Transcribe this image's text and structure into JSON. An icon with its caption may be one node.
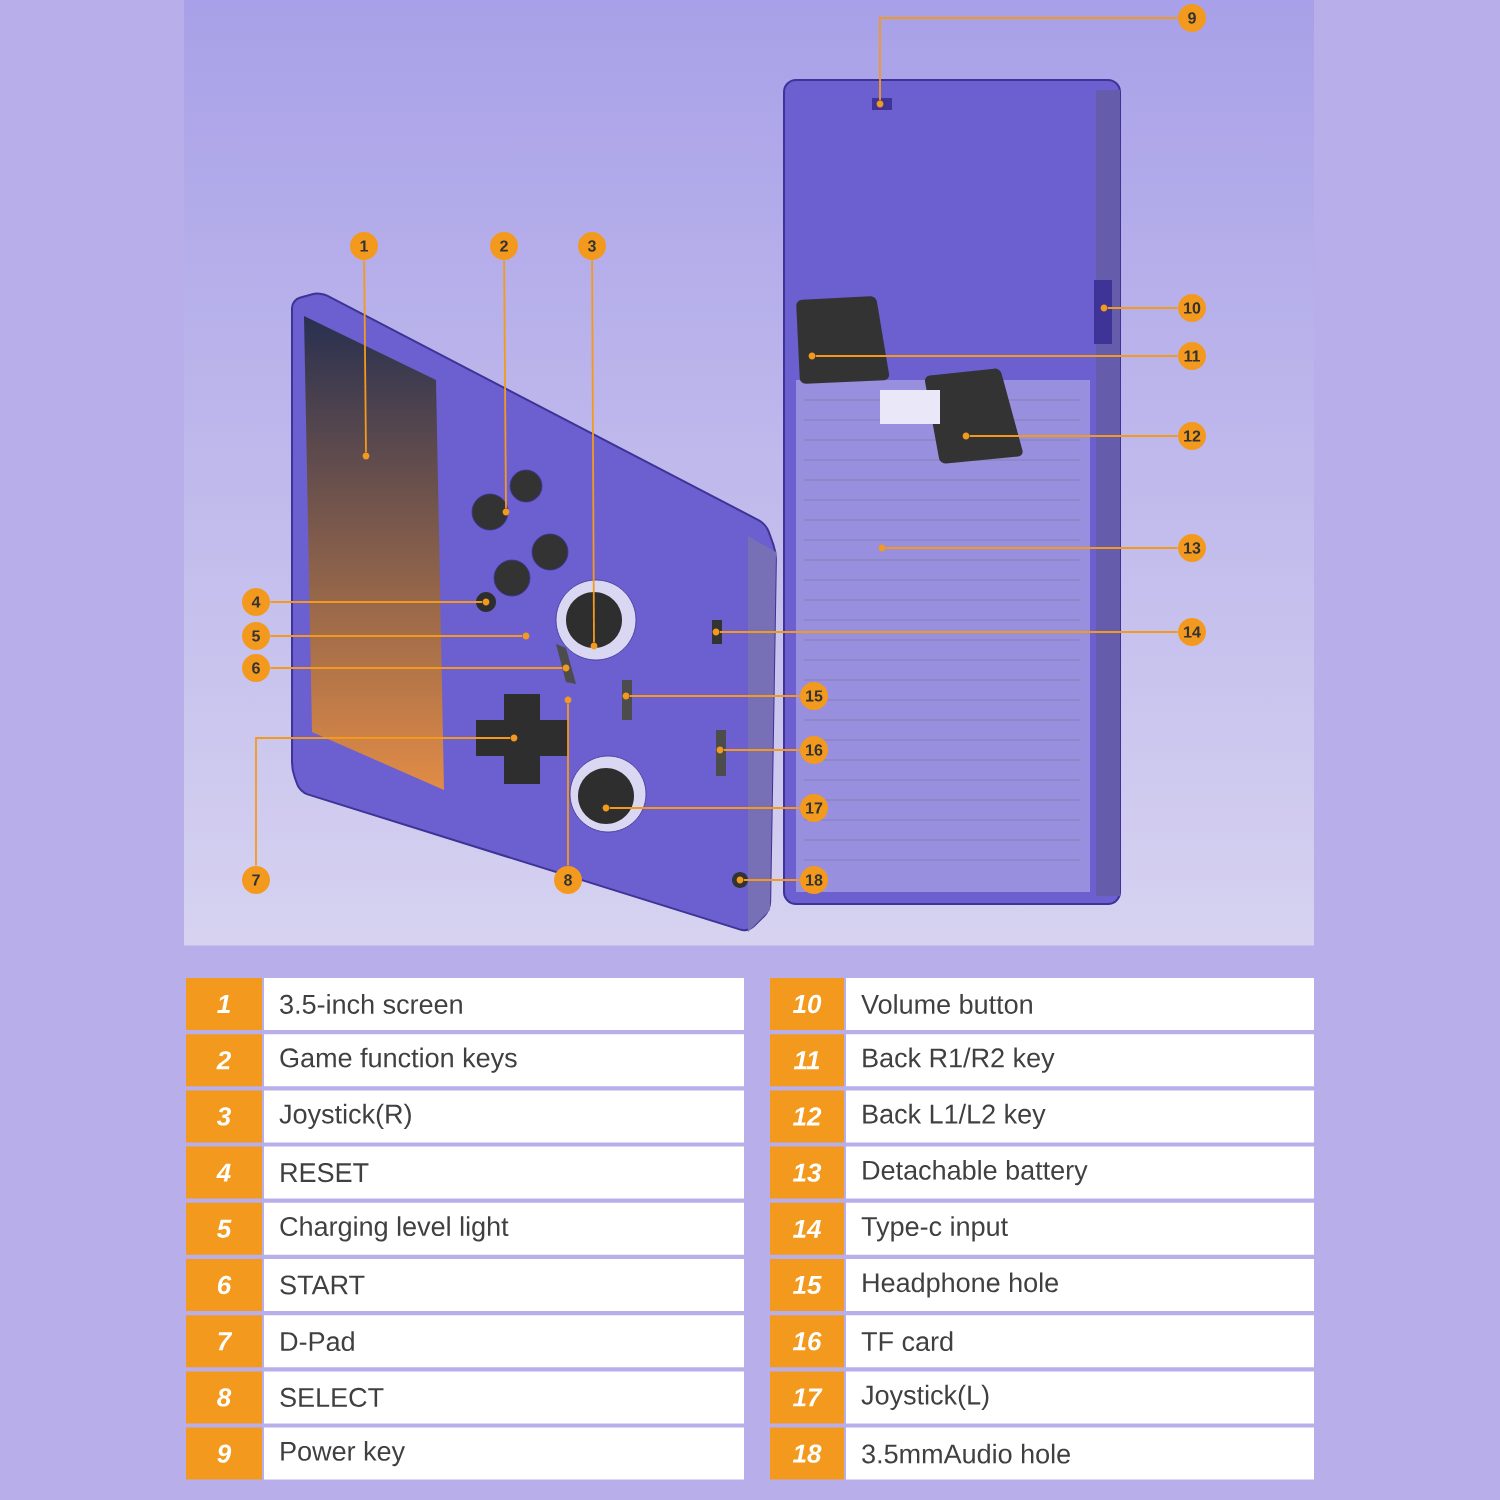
{
  "diagram": {
    "nodes": [
      {
        "text": [
          "1"
        ]
      },
      {
        "text": [
          "2"
        ]
      },
      {
        "text": [
          "3"
        ]
      },
      {
        "text": [
          "4"
        ]
      },
      {
        "text": [
          "5"
        ]
      },
      {
        "text": [
          "6"
        ]
      },
      {
        "text": [
          "7"
        ]
      },
      {
        "text": [
          "8"
        ]
      },
      {
        "text": [
          "9"
        ]
      },
      {
        "text": [
          "10"
        ]
      },
      {
        "text": [
          "11"
        ]
      },
      {
        "text": [
          "12"
        ]
      },
      {
        "text": [
          "13"
        ]
      },
      {
        "text": [
          "14"
        ]
      },
      {
        "text": [
          "15"
        ]
      },
      {
        "text": [
          "16"
        ]
      },
      {
        "text": [
          "17"
        ]
      },
      {
        "text": [
          "18"
        ]
      },
      {
        "text": [],
        "shape": "circle"
      },
      {
        "text": [],
        "shape": "circle"
      },
      {
        "text": [],
        "shape": "circle"
      },
      {
        "text": [],
        "shape": "circle"
      },
      {
        "text": [],
        "shape": "circle"
      },
      {
        "text": [],
        "shape": "circle"
      },
      {
        "text": [],
        "shape": "circle"
      },
      {
        "text": [],
        "shape": "circle"
      },
      {
        "text": [],
        "shape": "circle"
      },
      {
        "text": [],
        "shape": "circle"
      },
      {
        "text": [],
        "shape": "circle"
      },
      {
        "text": [],
        "shape": "circle"
      },
      {
        "text": [],
        "shape": "circle"
      },
      {
        "text": [],
        "shape": "circle"
      },
      {
        "text": [],
        "shape": "circle"
      },
      {
        "text": [],
        "shape": "circle"
      },
      {
        "text": [],
        "shape": "circle"
      },
      {
        "text": [],
        "shape": "circle"
      }
    ],
    "edges": [
      {
        "from": 0,
        "to": 18,
        "arrow": "none"
      },
      {
        "from": 1,
        "to": 19,
        "arrow": "none"
      },
      {
        "from": 2,
        "to": 20,
        "arrow": "none"
      },
      {
        "from": 3,
        "to": 21,
        "arrow": "none"
      },
      {
        "from": 4,
        "to": 22,
        "arrow": "none"
      },
      {
        "from": 5,
        "to": 23,
        "arrow": "none"
      },
      {
        "from": 6,
        "to": 24,
        "arrow": "none"
      },
      {
        "from": 7,
        "to": 25,
        "arrow": "none"
      },
      {
        "from": 8,
        "to": 26,
        "arrow": "none"
      },
      {
        "from": 9,
        "to": 27,
        "arrow": "none"
      },
      {
        "from": 10,
        "to": 28,
        "arrow": "none"
      },
      {
        "from": 11,
        "to": 29,
        "arrow": "none"
      },
      {
        "from": 12,
        "to": 30,
        "arrow": "none"
      },
      {
        "from": 13,
        "to": 31,
        "arrow": "none"
      },
      {
        "from": 14,
        "to": 32,
        "arrow": "none"
      },
      {
        "from": 15,
        "to": 33,
        "arrow": "none"
      },
      {
        "from": 16,
        "to": 34,
        "arrow": "none"
      },
      {
        "from": 17,
        "to": 35,
        "arrow": "none"
      }
    ],
    "labels": [
      "1",
      "3.5-inch screen",
      "10",
      "Volume button",
      "2",
      "Game function keys",
      "11",
      "Back R1/R2 key",
      "3",
      "Joystick(R)",
      "12",
      "Back L1/L2 key",
      "4",
      "RESET",
      "13",
      "Detachable battery",
      "5",
      "Charging level light",
      "14",
      "Type-c input",
      "6",
      "START",
      "15",
      "Headphone hole",
      "7",
      "D-Pad",
      "16",
      "TF card",
      "8",
      "SELECT",
      "17",
      "Joystick(L)",
      "9",
      "Power key",
      "18",
      "3.5mmAudio hole"
    ]
  }
}
